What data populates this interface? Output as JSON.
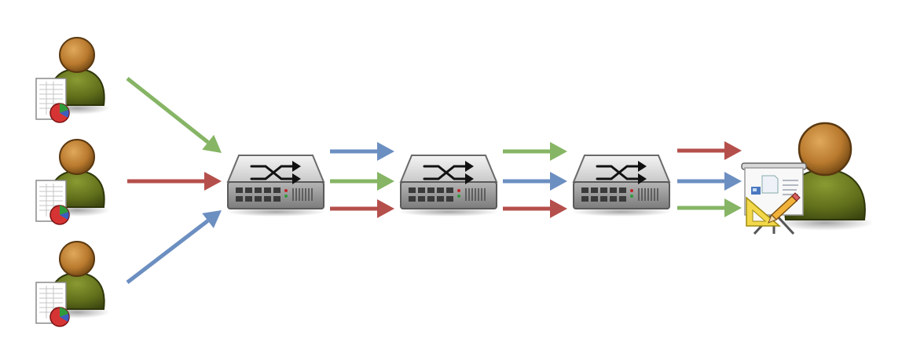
{
  "diagram": {
    "nodes": [
      {
        "id": "user-1",
        "kind": "user-with-spreadsheet-icon"
      },
      {
        "id": "user-2",
        "kind": "user-with-spreadsheet-icon"
      },
      {
        "id": "user-3",
        "kind": "user-with-spreadsheet-icon"
      },
      {
        "id": "switch-1",
        "kind": "network-switch-icon"
      },
      {
        "id": "switch-2",
        "kind": "network-switch-icon"
      },
      {
        "id": "switch-3",
        "kind": "network-switch-icon"
      },
      {
        "id": "presenter",
        "kind": "user-with-presentation-board-icon"
      }
    ],
    "edges": [
      {
        "from": "user-1",
        "to": "switch-1",
        "color": "green"
      },
      {
        "from": "user-2",
        "to": "switch-1",
        "color": "red"
      },
      {
        "from": "user-3",
        "to": "switch-1",
        "color": "blue"
      },
      {
        "from": "switch-1",
        "to": "switch-2",
        "color": "blue"
      },
      {
        "from": "switch-1",
        "to": "switch-2",
        "color": "green"
      },
      {
        "from": "switch-1",
        "to": "switch-2",
        "color": "red"
      },
      {
        "from": "switch-2",
        "to": "switch-3",
        "color": "green"
      },
      {
        "from": "switch-2",
        "to": "switch-3",
        "color": "blue"
      },
      {
        "from": "switch-2",
        "to": "switch-3",
        "color": "red"
      },
      {
        "from": "switch-3",
        "to": "presenter",
        "color": "red"
      },
      {
        "from": "switch-3",
        "to": "presenter",
        "color": "blue"
      },
      {
        "from": "switch-3",
        "to": "presenter",
        "color": "green"
      }
    ]
  },
  "colors": {
    "green": "#86b565",
    "red": "#b54f4b",
    "blue": "#6c8fc1",
    "user_body": "#5f6e1a",
    "user_head": "#b97a2e",
    "switch_body": "#9a9a9a"
  }
}
